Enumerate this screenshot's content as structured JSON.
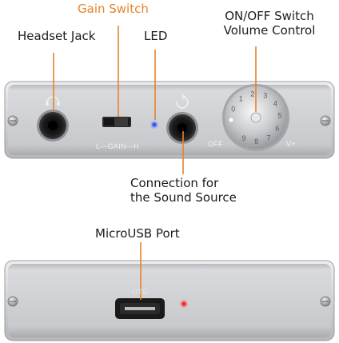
{
  "callouts": {
    "gain_switch": "Gain Switch",
    "headset_jack": "Headset Jack",
    "led": "LED",
    "onoff_line1": "ON/OFF Switch",
    "onoff_line2": "Volume Control",
    "source_line1": "Connection for",
    "source_line2": "the Sound Source",
    "microusb": "MicroUSB Port"
  },
  "panel_labels": {
    "gain": "L—GAIN—H",
    "off": "OFF",
    "vplus": "V+",
    "otg": "OTG",
    "dial_marks": [
      "0",
      "1",
      "2",
      "3",
      "4",
      "5",
      "6",
      "7",
      "8",
      "9"
    ]
  },
  "colors": {
    "callout_accent": "#e8822a",
    "led_top": "#3a5cff",
    "led_bottom": "#ff2a2a",
    "panel": "#c9cbcf"
  },
  "icons": {
    "headset_jack": "headphones-icon",
    "source_jack": "audio-input-icon"
  }
}
